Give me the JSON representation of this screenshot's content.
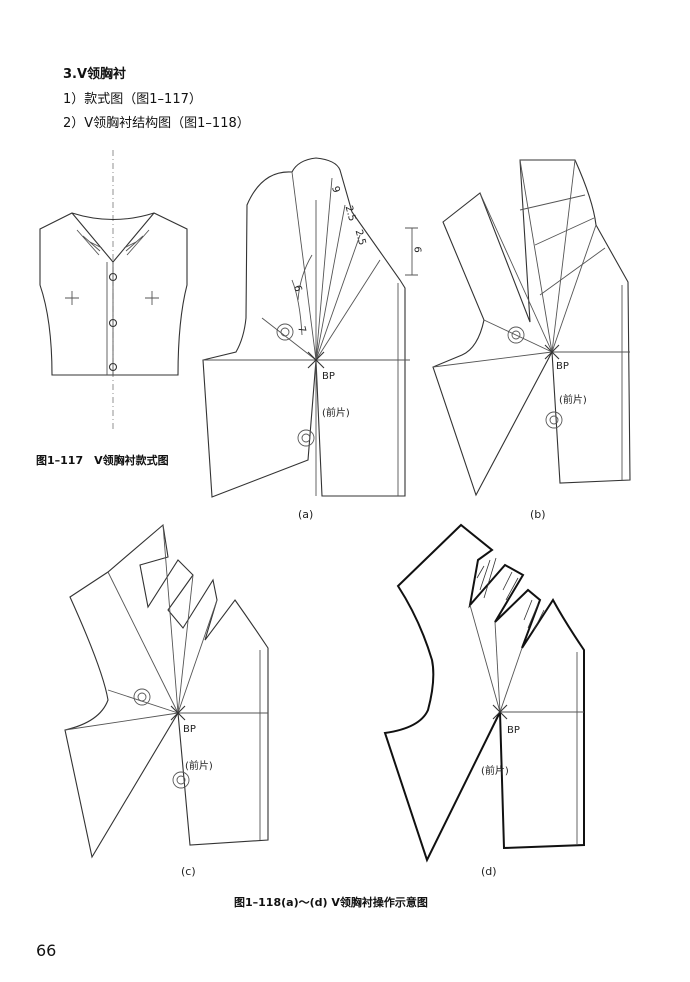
{
  "heading": {
    "section_title": "3.V领胸衬",
    "items": [
      "1）款式图（图1–117）",
      "2）V领胸衬结构图（图1–118）"
    ]
  },
  "figure_117": {
    "caption": "图1–117　V领胸衬款式图"
  },
  "figure_118": {
    "caption": "图1–118(a)～(d) V领胸衬操作示意图",
    "panels": [
      {
        "id": "a",
        "sublabel": "(a)",
        "bp_label": "BP",
        "piece_label": "(前片)",
        "measurements": [
          "9",
          "2.5",
          "2.5",
          "6",
          "6",
          "7"
        ]
      },
      {
        "id": "b",
        "sublabel": "(b)",
        "bp_label": "BP",
        "piece_label": "(前片)"
      },
      {
        "id": "c",
        "sublabel": "(c)",
        "bp_label": "BP",
        "piece_label": "(前片)"
      },
      {
        "id": "d",
        "sublabel": "(d)",
        "bp_label": "BP",
        "piece_label": "(前片)"
      }
    ]
  },
  "page_number": "66"
}
